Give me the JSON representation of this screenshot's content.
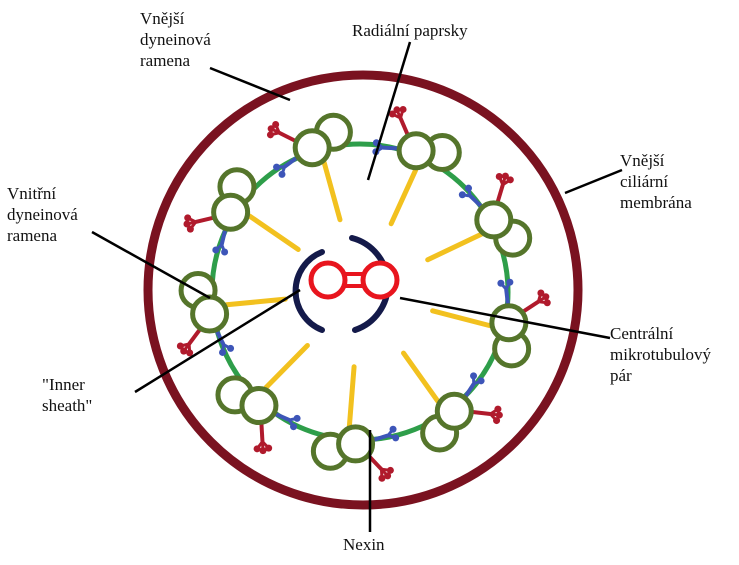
{
  "labels": {
    "outer_dynein": [
      "Vnější",
      "dyneinová",
      "ramena"
    ],
    "radial_spokes": "Radiální paprsky",
    "membrane": [
      "Vnější",
      "ciliární",
      "membrána"
    ],
    "inner_dynein": [
      "Vnitřní",
      "dyneinová",
      "ramena"
    ],
    "central_pair": [
      "Centrální",
      "mikrotubulový",
      "pár"
    ],
    "inner_sheath": [
      "\"Inner",
      "sheath\""
    ],
    "nexin": "Nexin"
  },
  "structure": {
    "outer_doublet_count": 9,
    "radial_spoke_count": 9
  },
  "colors": {
    "membrane": "#7a1220",
    "doublet_tubule": "#55752b",
    "nexin_ring": "#2e9e4a",
    "radial_spoke": "#f2c11f",
    "inner_dynein_arm": "#3d55b8",
    "outer_dynein_arm": "#b01a2c",
    "central_microtubule": "#e8151e",
    "inner_sheath": "#141a4a",
    "leader_line": "#000000"
  }
}
